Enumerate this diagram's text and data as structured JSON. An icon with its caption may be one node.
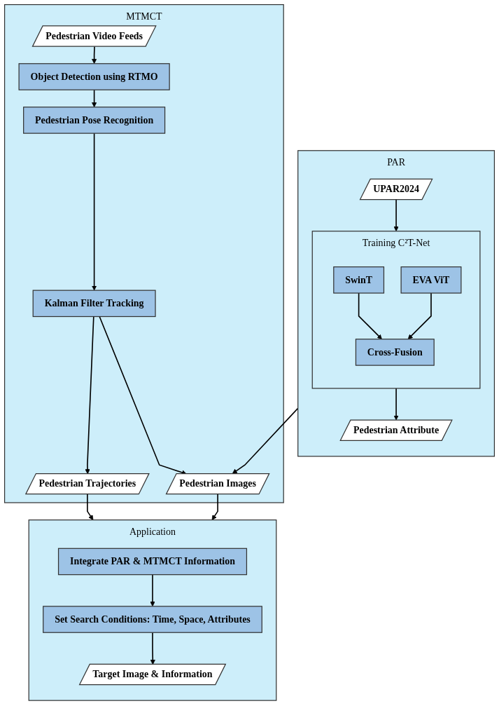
{
  "diagram": {
    "nodes": [
      {
        "text": [
          "PAR"
        ]
      },
      {
        "text": [
          "UPAR2024"
        ],
        "in": 0
      },
      {
        "text": [
          "Training C²T-Net"
        ],
        "in": 0
      },
      {
        "text": [
          "SwinT"
        ],
        "in": 2
      },
      {
        "text": [
          "EVA ViT"
        ],
        "in": 2
      },
      {
        "text": [
          "Cross-Fusion"
        ],
        "in": 2
      },
      {
        "text": [
          "Pedestrian Attribute"
        ],
        "in": 0
      },
      {
        "text": [
          "MTMCT"
        ]
      },
      {
        "text": [
          "Pedestrian Video Feeds"
        ],
        "in": 7
      },
      {
        "text": [
          "Object Detection using RTMO"
        ],
        "in": 7
      },
      {
        "text": [
          "Pedestrian Pose Recognition"
        ],
        "in": 7
      },
      {
        "text": [
          "Kalman Filter Tracking"
        ],
        "in": 7
      },
      {
        "text": [
          "Pedestrian Images"
        ],
        "in": 7
      },
      {
        "text": [
          "Pedestrian Trajectories"
        ],
        "in": 7
      },
      {
        "text": [
          "Application"
        ]
      },
      {
        "text": [
          "Integrate PAR & MTMCT Information"
        ],
        "in": 14
      },
      {
        "text": [
          "Set Search Conditions: Time, Space, Attributes"
        ],
        "in": 14
      },
      {
        "text": [
          "Target Image & Information"
        ],
        "in": 14
      }
    ],
    "edges": [
      {
        "from": 1,
        "to": 2,
        "arrow": "to"
      },
      {
        "from": 3,
        "to": 5,
        "arrow": "to"
      },
      {
        "from": 4,
        "to": 5,
        "arrow": "to"
      },
      {
        "from": 2,
        "to": 6,
        "arrow": "to"
      },
      {
        "from": 0,
        "to": 12,
        "arrow": "to"
      },
      {
        "from": 8,
        "to": 9,
        "arrow": "to"
      },
      {
        "from": 9,
        "to": 10,
        "arrow": "to"
      },
      {
        "from": 10,
        "to": 11,
        "arrow": "to"
      },
      {
        "from": 11,
        "to": 12,
        "arrow": "to"
      },
      {
        "from": 11,
        "to": 13,
        "arrow": "to"
      },
      {
        "from": 12,
        "to": 14,
        "arrow": "to"
      },
      {
        "from": 13,
        "to": 14,
        "arrow": "to"
      },
      {
        "from": 15,
        "to": 16,
        "arrow": "to"
      },
      {
        "from": 16,
        "to": 17,
        "arrow": "to"
      }
    ]
  }
}
